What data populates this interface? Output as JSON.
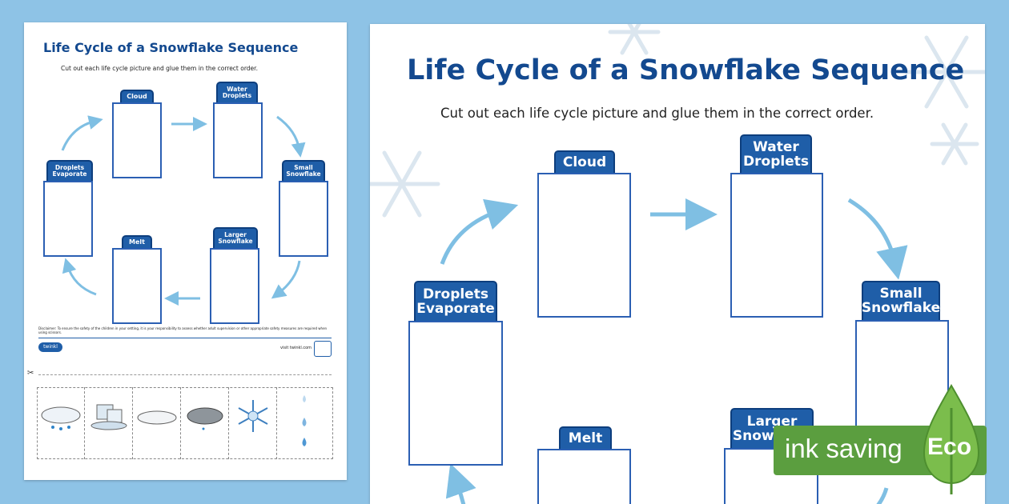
{
  "title": "Life Cycle of a Snowflake Sequence",
  "subtitle": "Cut out each life cycle picture and glue them in the correct order.",
  "stages": {
    "cloud": "Cloud",
    "water_droplets": "Water Droplets",
    "small_snowflake": "Small Snowflake",
    "larger_snowflake": "Larger Snowflake",
    "melt": "Melt",
    "droplets_evaporate": "Droplets Evaporate"
  },
  "thumbnail": {
    "disclaimer": "Disclaimer: To ensure the safety of the children in your setting, it is your responsibility to assess whether adult supervision or other appropriate safety measures are required when using scissors.",
    "brand": "twinkl",
    "visit": "visit twinkl.com"
  },
  "eco_badge": {
    "label": "ink saving",
    "tag": "Eco"
  },
  "colors": {
    "background": "#8ec3e6",
    "title": "#13498f",
    "tab": "#1f5ea8",
    "box_border": "#2b5fb3",
    "arrow": "#7fbfe3",
    "eco": "#5b9e3f"
  }
}
